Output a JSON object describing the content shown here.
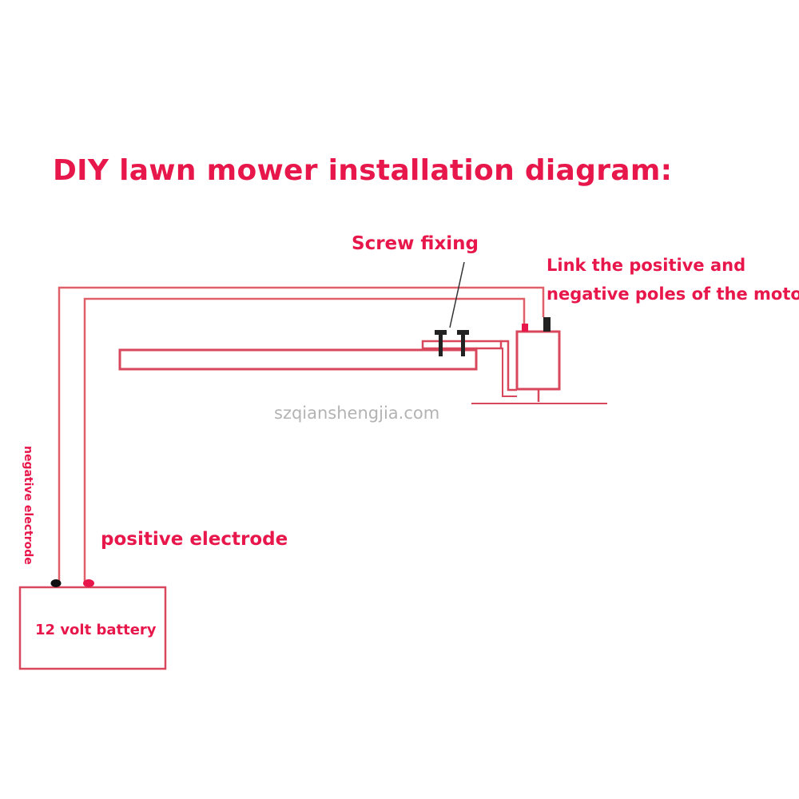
{
  "diagram": {
    "title": "DIY lawn mower installation diagram:",
    "labels": {
      "screw_fixing": "Screw fixing",
      "motor_line1": "Link the positive and",
      "motor_line2": "negative poles of the motor",
      "positive_electrode": "positive electrode",
      "negative_electrode": "negative electrode",
      "battery": "12 volt battery"
    },
    "watermark": "szqianshengjia.com",
    "colors": {
      "accent": "#e8174b",
      "wire": "#e0606a",
      "negative_terminal": "#111111",
      "positive_terminal": "#e8174b",
      "screw": "#222222",
      "watermark": "#9a9a9a"
    }
  }
}
